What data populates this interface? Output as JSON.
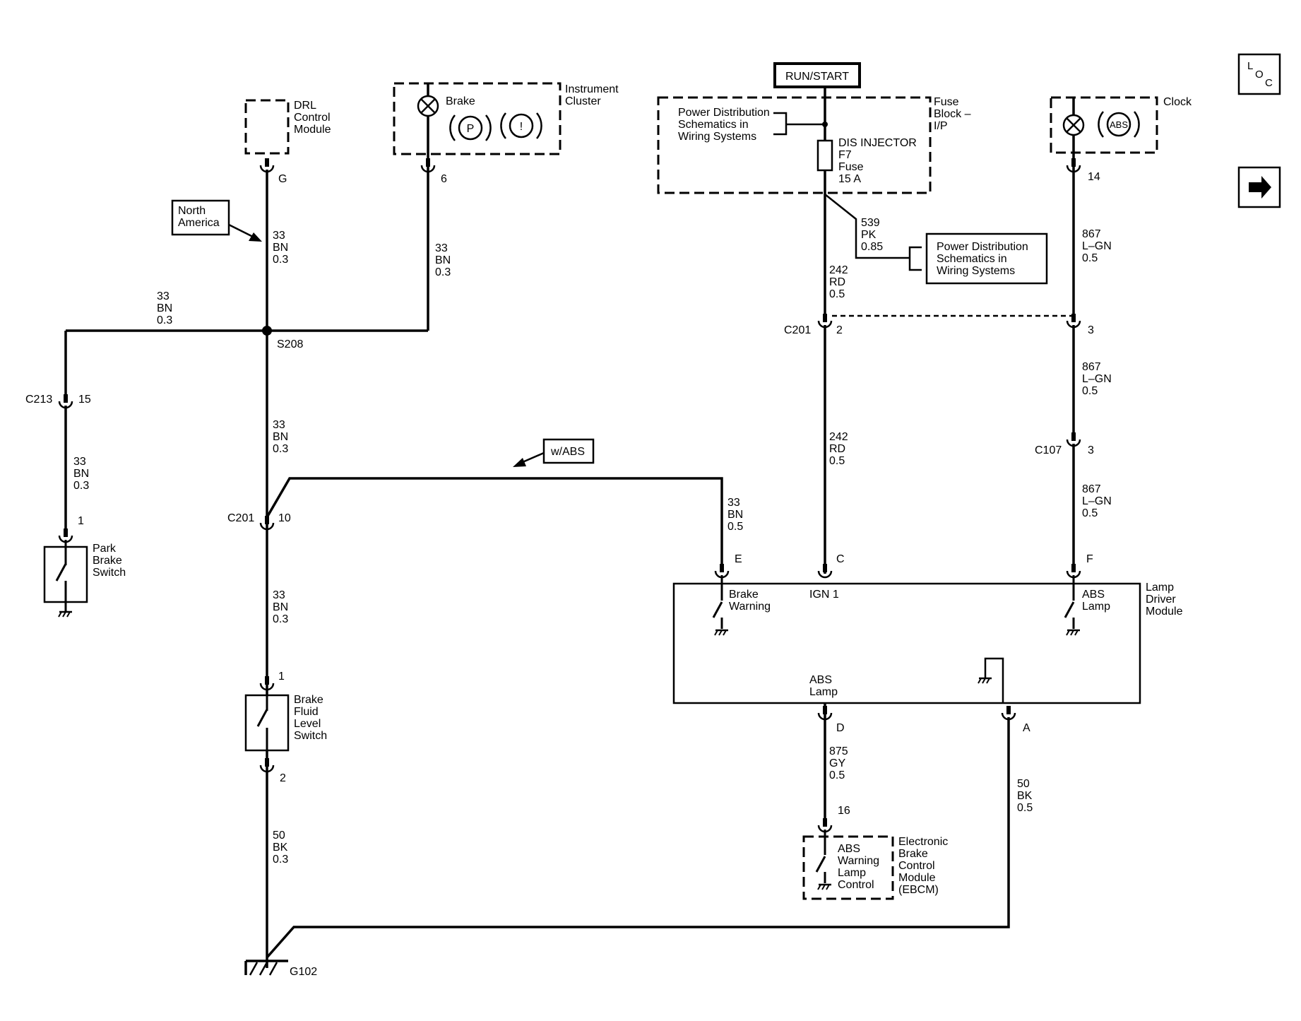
{
  "nav": {
    "loc_button": {
      "l": "L",
      "o": "O",
      "c": "C"
    },
    "next_icon": "right-arrow-icon"
  },
  "power": {
    "run_start": "RUN/START",
    "fuse_block_1": "Fuse",
    "fuse_block_2": "Block –",
    "fuse_block_3": "I/P",
    "pd_top_1": "Power Distribution",
    "pd_top_2": "Schematics in",
    "pd_top_3": "Wiring Systems",
    "fuse_name": "DIS INJECTOR",
    "fuse_id": "F7",
    "fuse_word": "Fuse",
    "fuse_rating": "15 A",
    "pd_ref_1": "Power Distribution",
    "pd_ref_2": "Schematics in",
    "pd_ref_3": "Wiring Systems"
  },
  "components": {
    "drl_1": "DRL",
    "drl_2": "Control",
    "drl_3": "Module",
    "ic_1": "Instrument",
    "ic_2": "Cluster",
    "brake_lamp": "Brake",
    "p_symbol": "P",
    "excl_symbol": "!",
    "clock": "Clock",
    "abs_symbol": "ABS",
    "park_1": "Park",
    "park_2": "Brake",
    "park_3": "Switch",
    "bfl_1": "Brake",
    "bfl_2": "Fluid",
    "bfl_3": "Level",
    "bfl_4": "Switch",
    "ldm_1": "Lamp",
    "ldm_2": "Driver",
    "ldm_3": "Module",
    "ldm_bw_1": "Brake",
    "ldm_bw_2": "Warning",
    "ldm_ign": "IGN 1",
    "ldm_abs_1": "ABS",
    "ldm_abs_2": "Lamp",
    "ldm_abs_out_1": "ABS",
    "ldm_abs_out_2": "Lamp",
    "ebcm_in_1": "ABS",
    "ebcm_in_2": "Warning",
    "ebcm_in_3": "Lamp",
    "ebcm_in_4": "Control",
    "ebcm_1": "Electronic",
    "ebcm_2": "Brake",
    "ebcm_3": "Control",
    "ebcm_4": "Module",
    "ebcm_5": "(EBCM)",
    "north_america_1": "North",
    "north_america_2": "America",
    "w_abs": "w/ABS",
    "splice": "S208",
    "ground": "G102"
  },
  "connectors": {
    "drl_pin": "G",
    "ic_pin": "6",
    "clock_pin": "14",
    "c213": "C213",
    "c213_pin": "15",
    "park_pin": "1",
    "c201_left": "C201",
    "c201_left_pin": "10",
    "bfl_pin_top": "1",
    "bfl_pin_bottom": "2",
    "c201_right": "C201",
    "c201_right_pin": "2",
    "c201_right_pin2": "3",
    "c107": "C107",
    "c107_pin": "3",
    "ldm_e": "E",
    "ldm_c": "C",
    "ldm_f": "F",
    "ldm_d": "D",
    "ldm_a": "A",
    "ebcm_pin": "16"
  },
  "wires": {
    "drl_1": "33",
    "drl_2": "BN",
    "drl_3": "0.3",
    "ic_1": "33",
    "ic_2": "BN",
    "ic_3": "0.3",
    "left_1": "33",
    "left_2": "BN",
    "left_3": "0.3",
    "park_1": "33",
    "park_2": "BN",
    "park_3": "0.3",
    "s208_down_1": "33",
    "s208_down_2": "BN",
    "s208_down_3": "0.3",
    "c201_down_1": "33",
    "c201_down_2": "BN",
    "c201_down_3": "0.3",
    "gnd_1": "50",
    "gnd_2": "BK",
    "gnd_3": "0.3",
    "abs_1": "33",
    "abs_2": "BN",
    "abs_3": "0.5",
    "pk_1": "539",
    "pk_2": "PK",
    "pk_3": "0.85",
    "rd_top_1": "242",
    "rd_top_2": "RD",
    "rd_top_3": "0.5",
    "rd_mid_1": "242",
    "rd_mid_2": "RD",
    "rd_mid_3": "0.5",
    "lgn_top_1": "867",
    "lgn_top_2": "L–GN",
    "lgn_top_3": "0.5",
    "lgn_mid_1": "867",
    "lgn_mid_2": "L–GN",
    "lgn_mid_3": "0.5",
    "lgn_bot_1": "867",
    "lgn_bot_2": "L–GN",
    "lgn_bot_3": "0.5",
    "gy_1": "875",
    "gy_2": "GY",
    "gy_3": "0.5",
    "bk_1": "50",
    "bk_2": "BK",
    "bk_3": "0.5"
  }
}
